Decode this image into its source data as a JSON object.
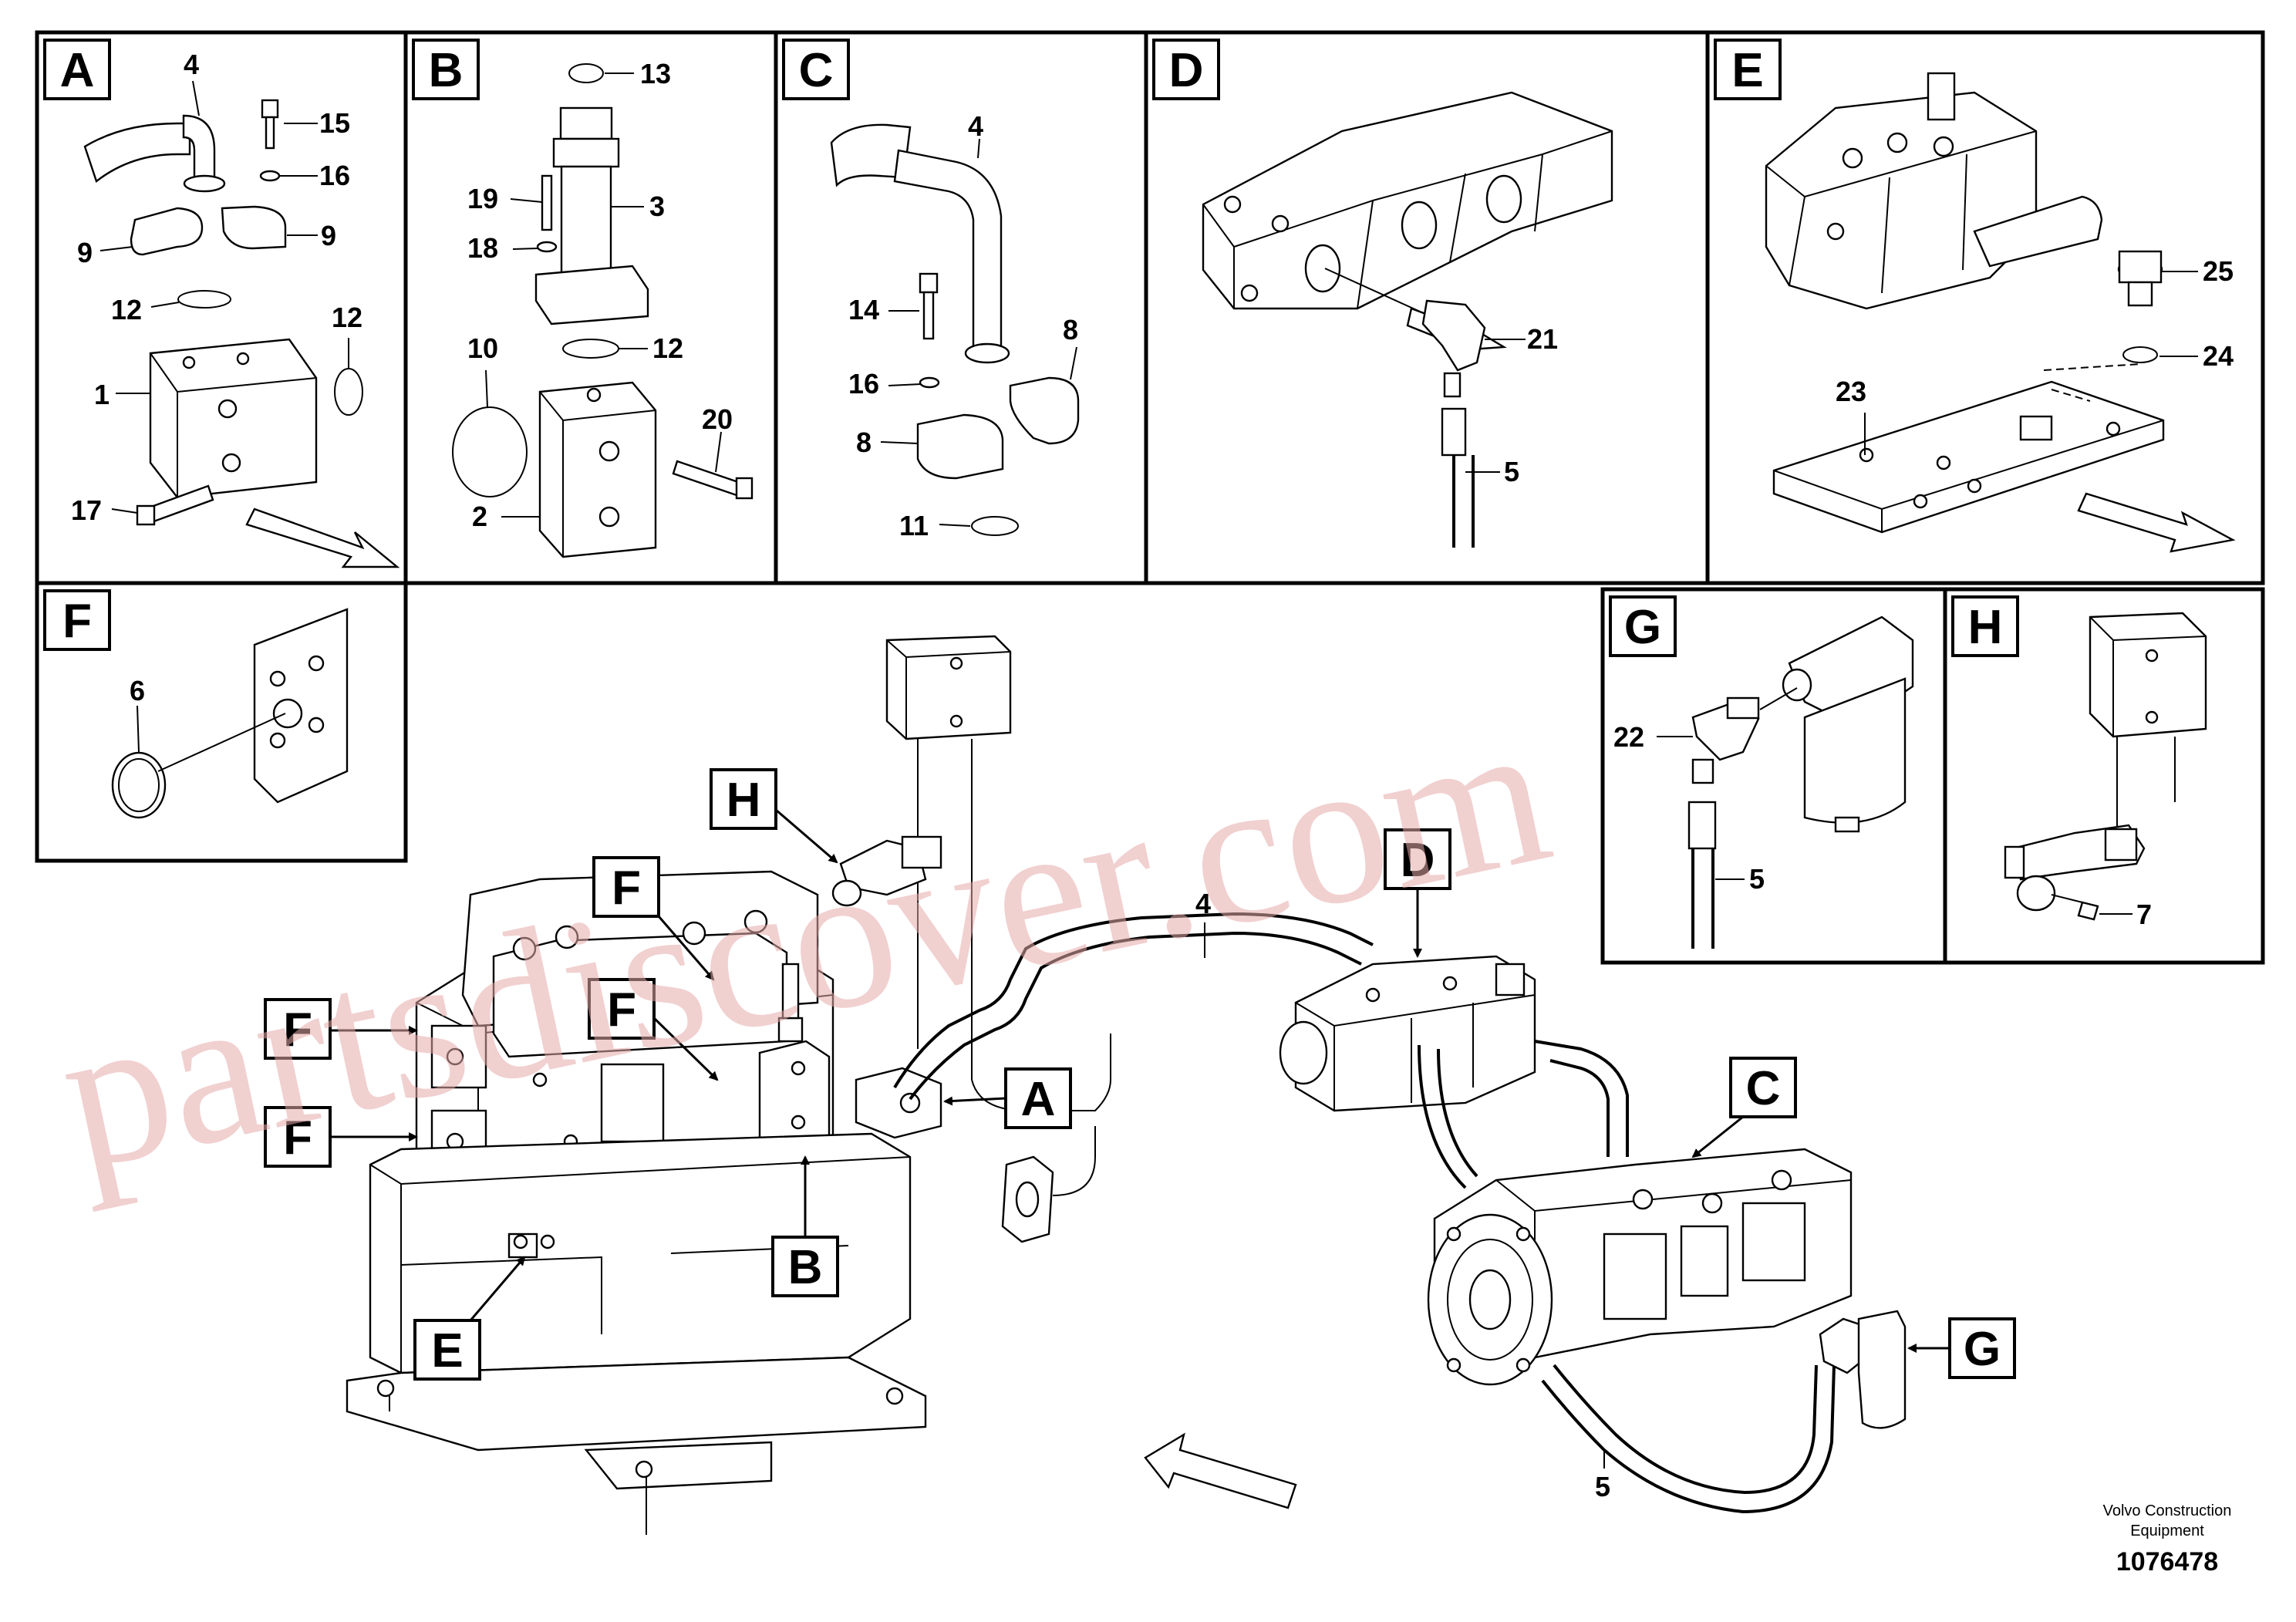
{
  "panels": [
    {
      "letter": "A",
      "callouts": [
        "4",
        "15",
        "16",
        "9",
        "9",
        "12",
        "12",
        "1",
        "17"
      ]
    },
    {
      "letter": "B",
      "callouts": [
        "13",
        "19",
        "3",
        "18",
        "12",
        "10",
        "20",
        "2"
      ]
    },
    {
      "letter": "C",
      "callouts": [
        "4",
        "14",
        "8",
        "16",
        "8",
        "11"
      ]
    },
    {
      "letter": "D",
      "callouts": [
        "21",
        "5"
      ]
    },
    {
      "letter": "E",
      "callouts": [
        "25",
        "24",
        "23"
      ]
    },
    {
      "letter": "F",
      "callouts": [
        "6"
      ]
    },
    {
      "letter": "G",
      "callouts": [
        "22",
        "5"
      ]
    },
    {
      "letter": "H",
      "callouts": [
        "7"
      ]
    }
  ],
  "main_view": {
    "labels": [
      "H",
      "F",
      "F",
      "F",
      "F",
      "A",
      "B",
      "E",
      "D",
      "C",
      "G"
    ],
    "callouts": [
      "4",
      "5"
    ]
  },
  "watermark": "partsdiscover.com",
  "footer": {
    "company_line1": "Volvo Construction",
    "company_line2": "Equipment",
    "drawing_number": "1076478"
  }
}
